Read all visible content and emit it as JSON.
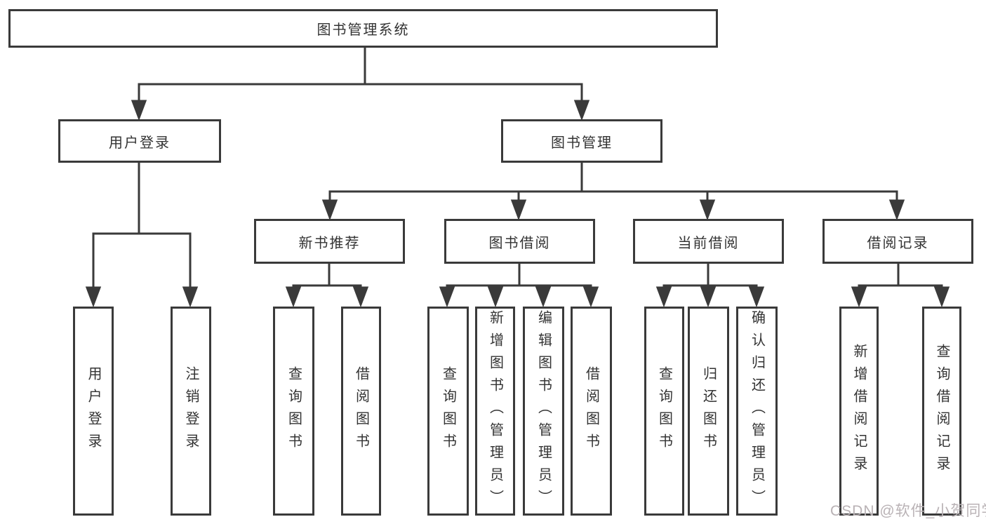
{
  "diagram_title": "图书管理系统",
  "tree": {
    "label": "图书管理系统",
    "children": [
      {
        "label": "用户登录",
        "children": [
          {
            "label": "用户登录"
          },
          {
            "label": "注销登录"
          }
        ]
      },
      {
        "label": "图书管理",
        "children": [
          {
            "label": "新书推荐",
            "children": [
              {
                "label": "查询图书"
              },
              {
                "label": "借阅图书"
              }
            ]
          },
          {
            "label": "图书借阅",
            "children": [
              {
                "label": "查询图书"
              },
              {
                "label": "新增图书（管理员）"
              },
              {
                "label": "编辑图书（管理员）"
              },
              {
                "label": "借阅图书"
              }
            ]
          },
          {
            "label": "当前借阅",
            "children": [
              {
                "label": "查询图书"
              },
              {
                "label": "归还图书"
              },
              {
                "label": "确认归还（管理员）"
              }
            ]
          },
          {
            "label": "借阅记录",
            "children": [
              {
                "label": "新增借阅记录"
              },
              {
                "label": "查询借阅记录"
              }
            ]
          }
        ]
      }
    ]
  },
  "watermark": "CSDN @软件_小贺同学",
  "colors": {
    "line": "#3a3a3a",
    "box_border": "#3a3a3a",
    "box_fill": "#ffffff",
    "text": "#333333",
    "watermark": "#b9b2b5"
  }
}
